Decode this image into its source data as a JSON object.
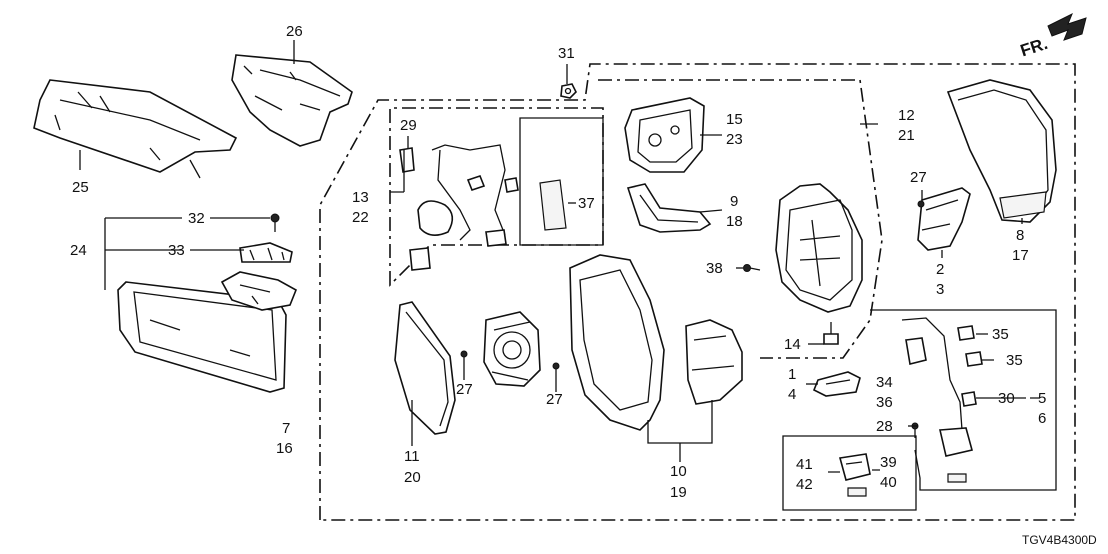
{
  "diagram_code": "TGV4B4300D",
  "direction_label": "FR.",
  "callouts": {
    "c1": "1",
    "c2": "2",
    "c3": "3",
    "c4": "4",
    "c5": "5",
    "c6": "6",
    "c7": "7",
    "c8": "8",
    "c9": "9",
    "c10": "10",
    "c11": "11",
    "c12": "12",
    "c13": "13",
    "c14": "14",
    "c15": "15",
    "c16": "16",
    "c17": "17",
    "c18": "18",
    "c19": "19",
    "c20": "20",
    "c21": "21",
    "c22": "22",
    "c23": "23",
    "c24": "24",
    "c25": "25",
    "c26": "26",
    "c27": "27",
    "c28": "28",
    "c29": "29",
    "c30": "30",
    "c31": "31",
    "c32": "32",
    "c33": "33",
    "c34": "34",
    "c35": "35",
    "c36": "36",
    "c37": "37",
    "c38": "38",
    "c39": "39",
    "c40": "40",
    "c41": "41",
    "c42": "42"
  }
}
